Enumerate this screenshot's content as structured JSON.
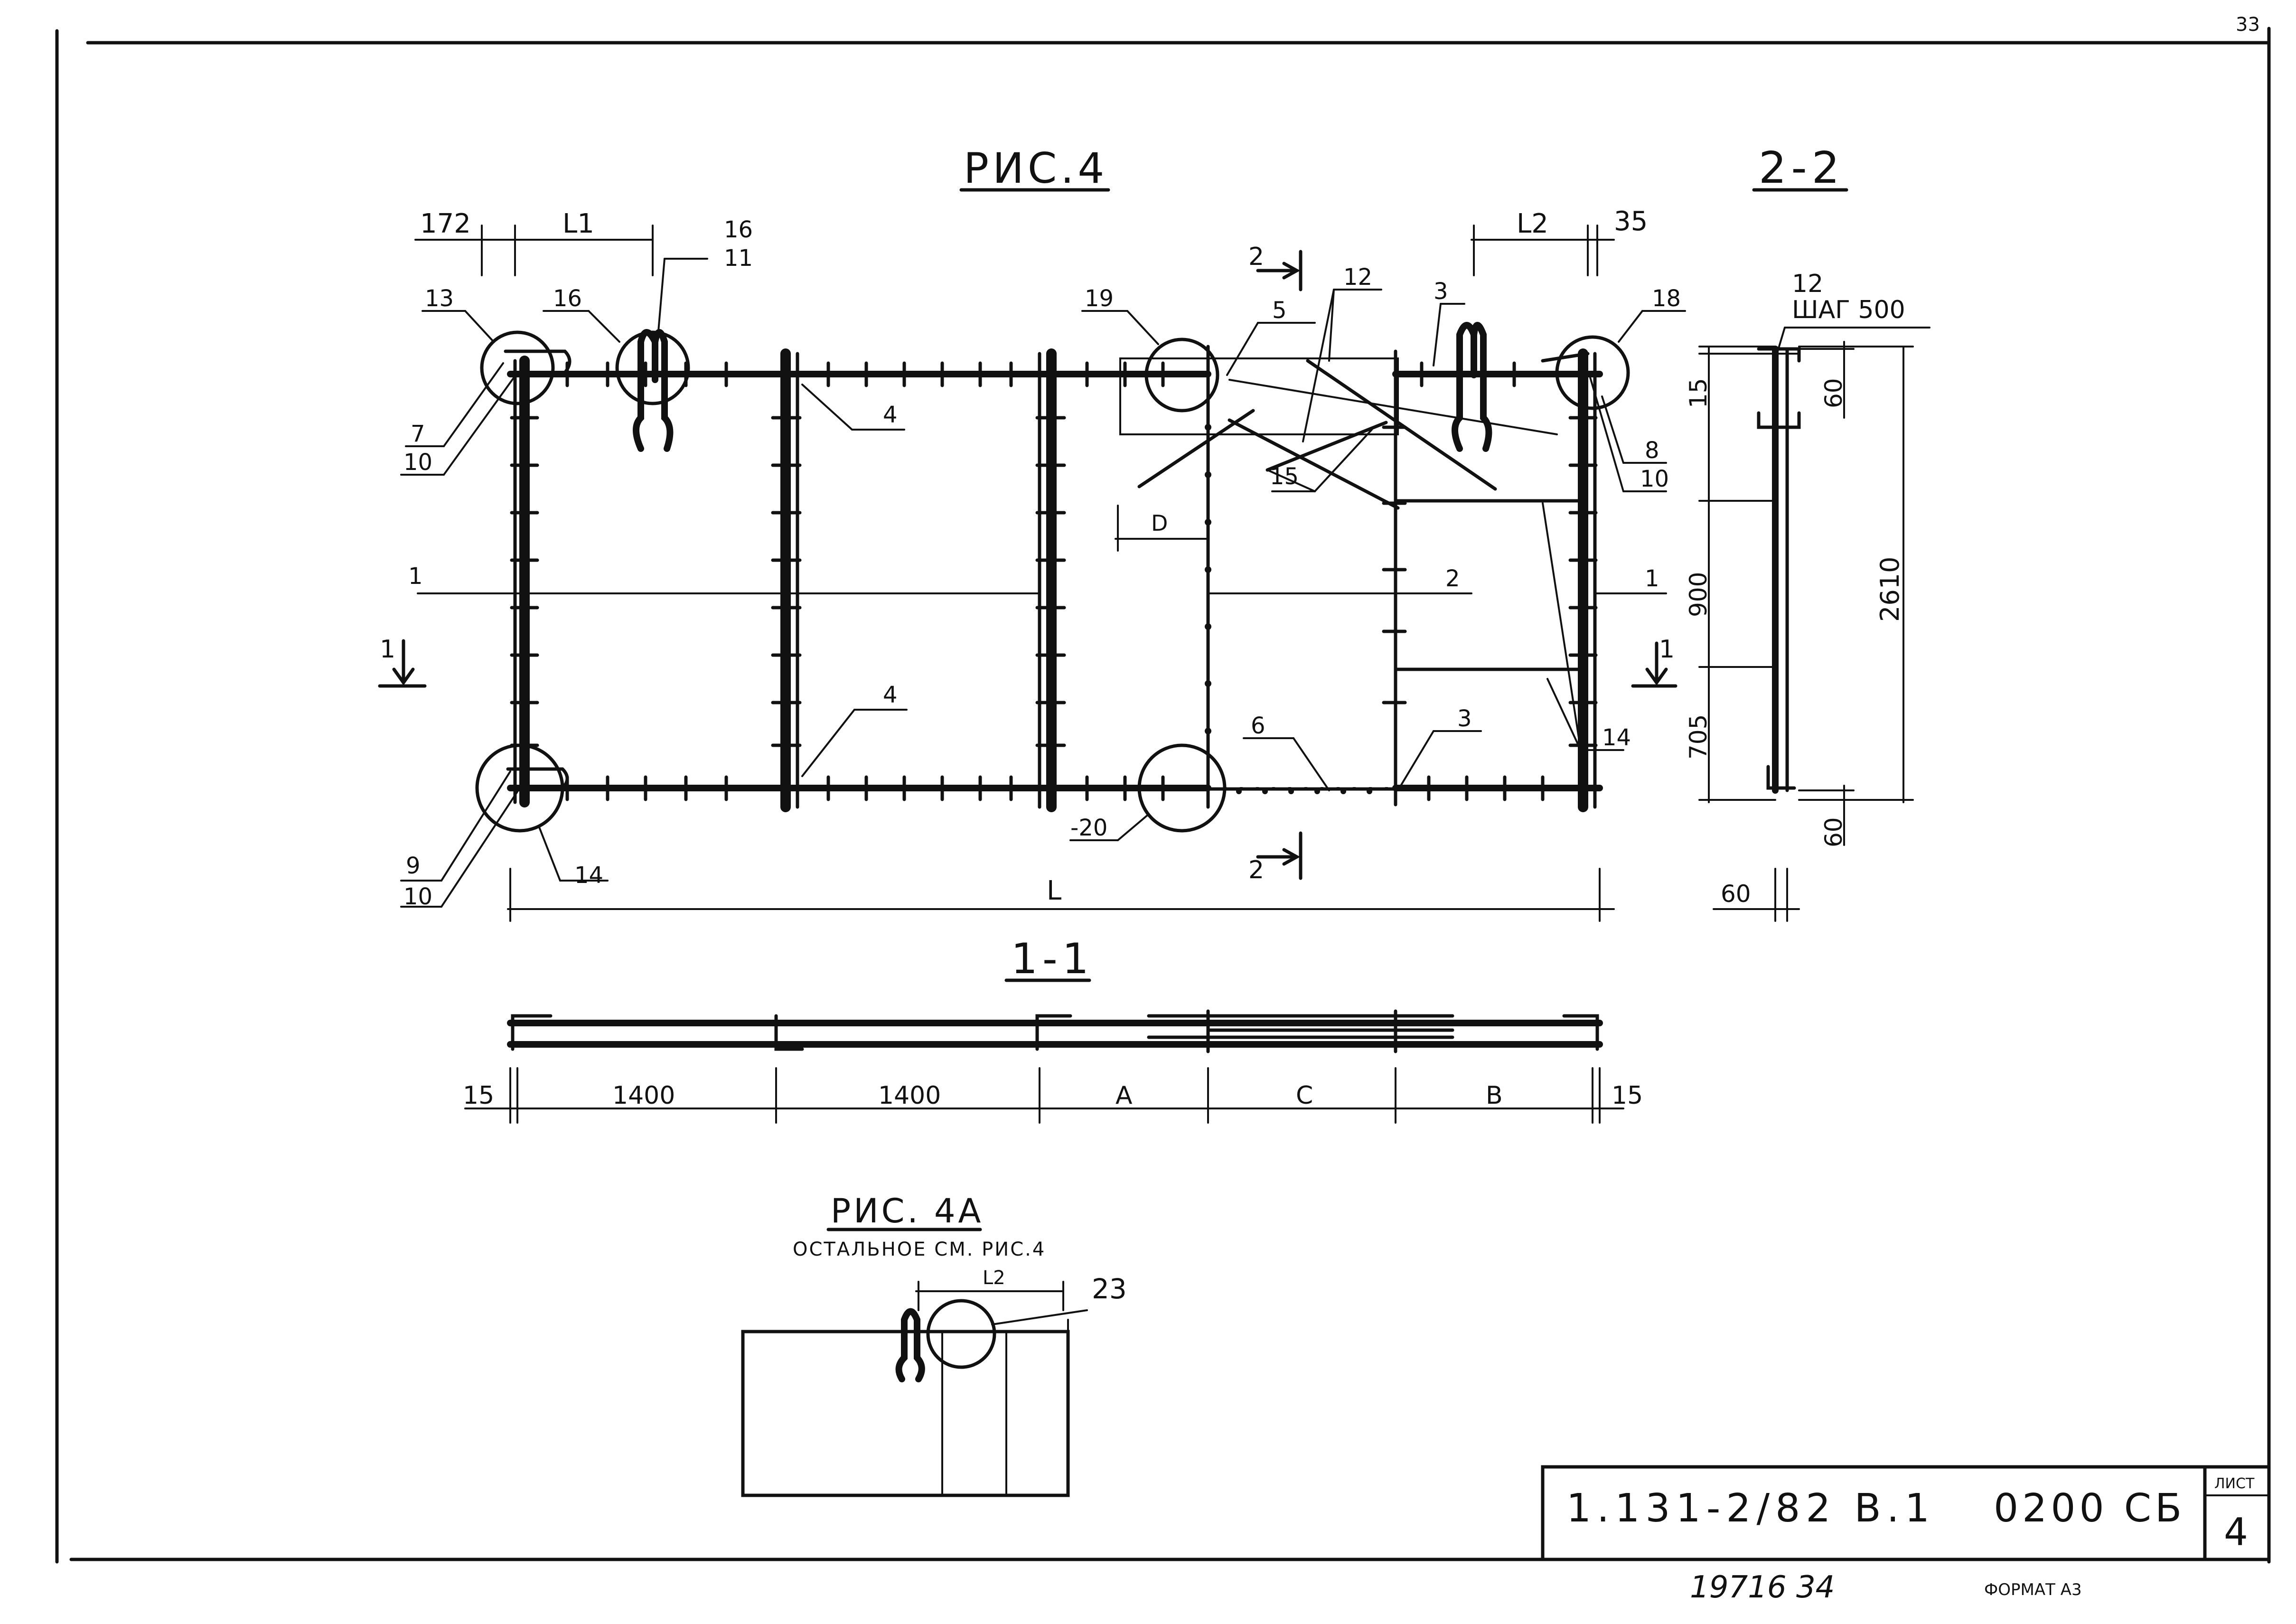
{
  "sheet": {
    "page_corner_number": "33",
    "footer_handwritten": "19716  34",
    "format_label": "ФОРМАТ А3"
  },
  "title_block": {
    "code": "1.131-2/82 В.1",
    "doc": "0200 СБ",
    "sheet_label": "ЛИСТ",
    "sheet_number": "4"
  },
  "fig4": {
    "title": "РИС.4",
    "dims_top": {
      "d172": "172",
      "l1": "L1",
      "l2": "L2",
      "d35": "35"
    },
    "dim_bottom_L": "L",
    "dim_D": "D",
    "section_marks": {
      "s1_left": "1",
      "s1_right": "1",
      "s2_top": "2",
      "s2_bottom": "2"
    },
    "callouts": {
      "c1a": "1",
      "c1b": "1",
      "c2": "2",
      "c3a": "3",
      "c3b": "3",
      "c4a": "4",
      "c4b": "4",
      "c5": "5",
      "c6": "6",
      "c7": "7",
      "c8": "8",
      "c9": "9",
      "c10a": "10",
      "c10b": "10",
      "c10c": "10",
      "c11": "11",
      "c12": "12",
      "c13": "13",
      "c14a": "14",
      "c14b": "14",
      "c15": "15",
      "c16a": "16",
      "c16b": "16",
      "c18": "18",
      "c19": "19",
      "c20": "-20"
    }
  },
  "section22": {
    "title": "2-2",
    "label_12": "12",
    "step": "ШАГ 500",
    "dims": {
      "d15": "15",
      "d60a": "60",
      "d900": "900",
      "d2610": "2610",
      "d705": "705",
      "d60b": "60",
      "d60c": "60"
    }
  },
  "section11": {
    "title": "1-1",
    "dims": {
      "d15a": "15",
      "d1400a": "1400",
      "d1400b": "1400",
      "dA": "A",
      "dC": "C",
      "dB": "B",
      "d15b": "15"
    }
  },
  "fig4a": {
    "title": "РИС. 4А",
    "subtitle": "ОСТАЛЬНОЕ СМ. РИС.4",
    "l2": "L2",
    "callout": "23"
  }
}
